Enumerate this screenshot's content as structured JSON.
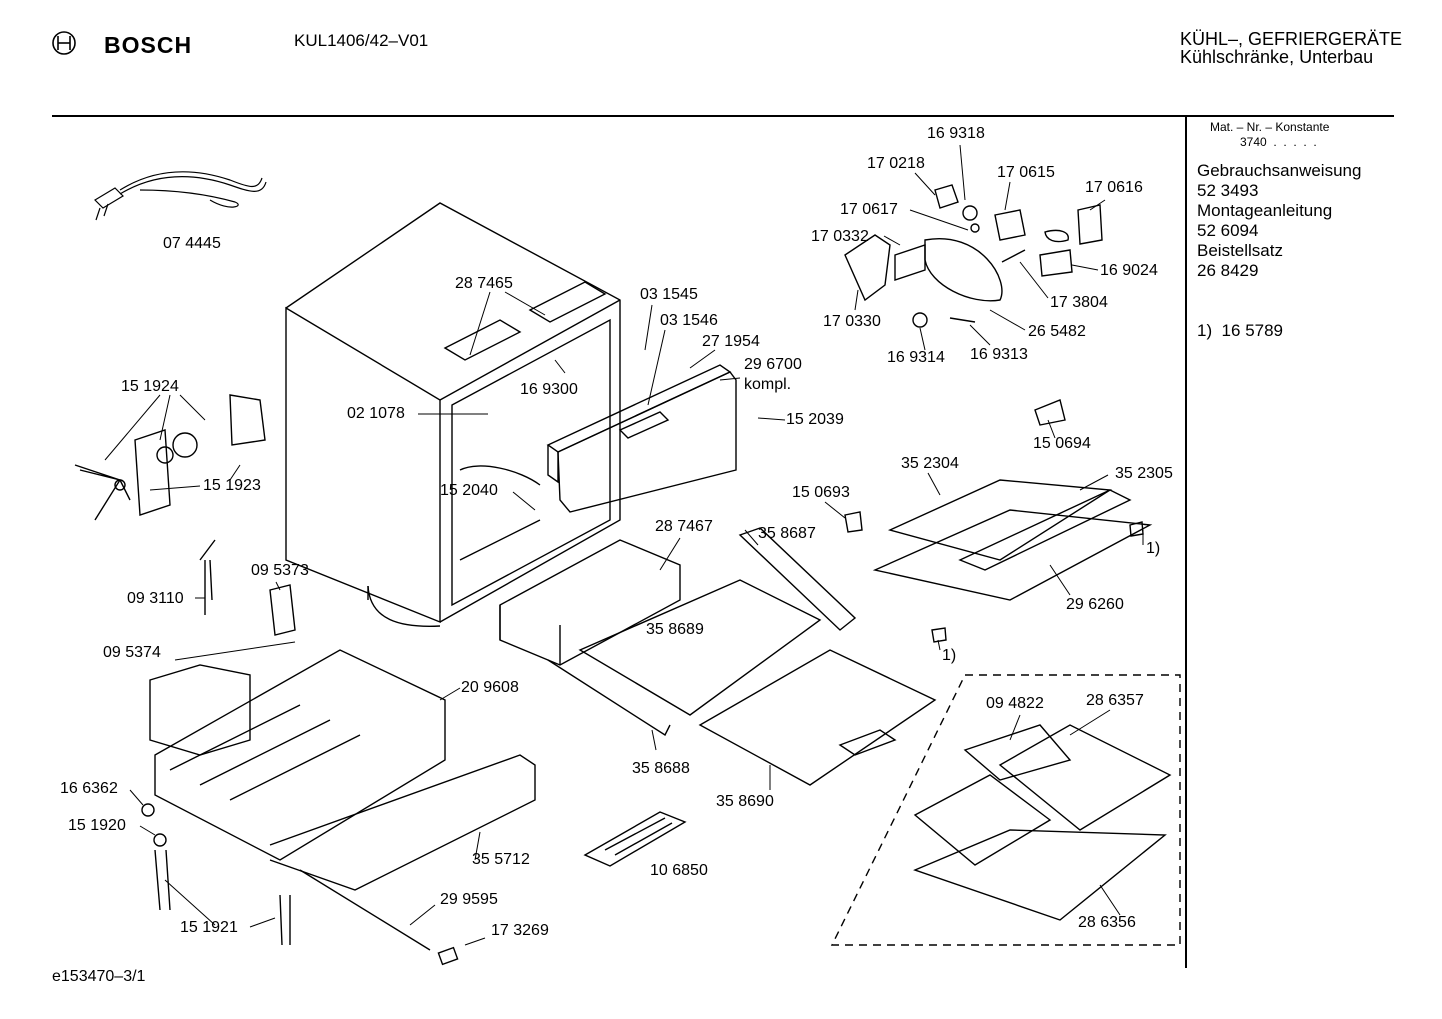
{
  "header": {
    "brand": "BOSCH",
    "model": "KUL1406/42–V01",
    "category_line1": "KÜHL–, GEFRIERGERÄTE",
    "category_line2": "Kühlschränke, Unterbau"
  },
  "sidebar": {
    "mat_label": "Mat. – Nr. – Konstante",
    "mat_value": "3740  .  .  .  .  .",
    "docs": [
      {
        "title": "Gebrauchsanweisung",
        "number": "52 3493"
      },
      {
        "title": "Montageanleitung",
        "number": "52 6094"
      },
      {
        "title": "Beistellsatz",
        "number": "26 8429"
      }
    ],
    "footnote": "1)  16 5789"
  },
  "footer": {
    "ref": "e153470–3/1"
  },
  "parts": [
    {
      "id": "p01",
      "text": "07 4445"
    },
    {
      "id": "p02",
      "text": "28 7465"
    },
    {
      "id": "p03",
      "text": "03 1545"
    },
    {
      "id": "p04",
      "text": "03 1546"
    },
    {
      "id": "p05",
      "text": "27 1954"
    },
    {
      "id": "p06",
      "text": "29 6700"
    },
    {
      "id": "p07",
      "text": "kompl."
    },
    {
      "id": "p08",
      "text": "16 9300"
    },
    {
      "id": "p09",
      "text": "02 1078"
    },
    {
      "id": "p10",
      "text": "15 2039"
    },
    {
      "id": "p11",
      "text": "15 2040"
    },
    {
      "id": "p12",
      "text": "15 1924"
    },
    {
      "id": "p13",
      "text": "15 1923"
    },
    {
      "id": "p14",
      "text": "09 5373"
    },
    {
      "id": "p15",
      "text": "09 3110"
    },
    {
      "id": "p16",
      "text": "09 5374"
    },
    {
      "id": "p17",
      "text": "20 9608"
    },
    {
      "id": "p18",
      "text": "16 6362"
    },
    {
      "id": "p19",
      "text": "15 1920"
    },
    {
      "id": "p20",
      "text": "35 5712"
    },
    {
      "id": "p21",
      "text": "15 1921"
    },
    {
      "id": "p22",
      "text": "29 9595"
    },
    {
      "id": "p23",
      "text": "17 3269"
    },
    {
      "id": "p24",
      "text": "10 6850"
    },
    {
      "id": "p25",
      "text": "28 7467"
    },
    {
      "id": "p26",
      "text": "35 8687"
    },
    {
      "id": "p27",
      "text": "35 8689"
    },
    {
      "id": "p28",
      "text": "35 8688"
    },
    {
      "id": "p29",
      "text": "35 8690"
    },
    {
      "id": "p30",
      "text": "16 9318"
    },
    {
      "id": "p31",
      "text": "17 0218"
    },
    {
      "id": "p32",
      "text": "17 0615"
    },
    {
      "id": "p33",
      "text": "17 0616"
    },
    {
      "id": "p34",
      "text": "17 0617"
    },
    {
      "id": "p35",
      "text": "17 0332"
    },
    {
      "id": "p36",
      "text": "16 9024"
    },
    {
      "id": "p37",
      "text": "17 3804"
    },
    {
      "id": "p38",
      "text": "17 0330"
    },
    {
      "id": "p39",
      "text": "26 5482"
    },
    {
      "id": "p40",
      "text": "16 9314"
    },
    {
      "id": "p41",
      "text": "16 9313"
    },
    {
      "id": "p42",
      "text": "15 0694"
    },
    {
      "id": "p43",
      "text": "35 2304"
    },
    {
      "id": "p44",
      "text": "35 2305"
    },
    {
      "id": "p45",
      "text": "15 0693"
    },
    {
      "id": "p46",
      "text": "1)"
    },
    {
      "id": "p47",
      "text": "29 6260"
    },
    {
      "id": "p48",
      "text": "1)"
    },
    {
      "id": "p49",
      "text": "09 4822"
    },
    {
      "id": "p50",
      "text": "28 6357"
    },
    {
      "id": "p51",
      "text": "28 6356"
    }
  ]
}
